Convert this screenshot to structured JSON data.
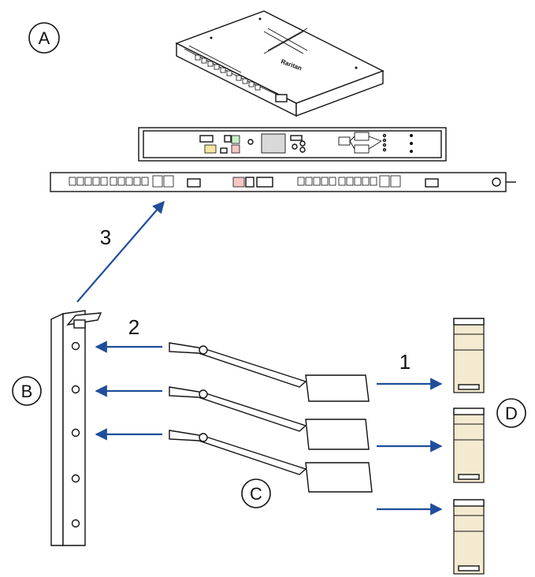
{
  "diagram": {
    "callouts": {
      "a": "A",
      "b": "B",
      "c": "C",
      "d": "D"
    },
    "steps": {
      "one": "1",
      "two": "2",
      "three": "3"
    },
    "brand_text": "Raritan",
    "colors": {
      "arrow": "#1f4e9a",
      "line": "#111111",
      "background": "#ffffff"
    },
    "icons": [
      "rack-pdu-device",
      "zero-u-pdu-strip",
      "rack-post",
      "asset-tag-strip",
      "server-tower"
    ]
  }
}
